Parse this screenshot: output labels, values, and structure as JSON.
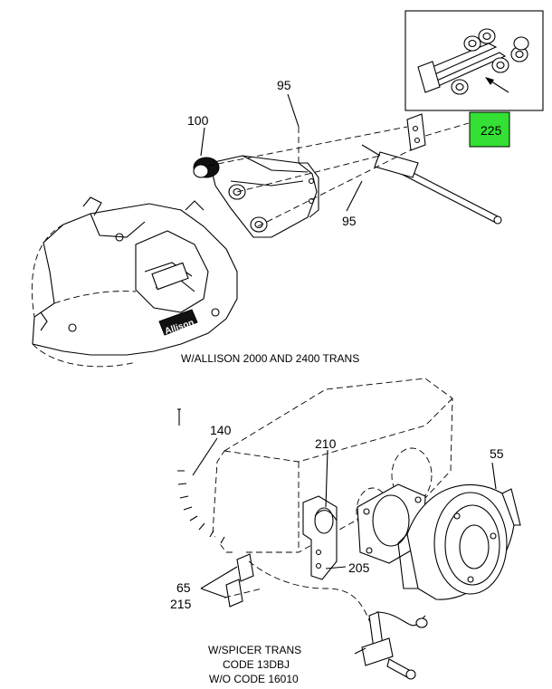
{
  "callouts": {
    "c95_top": "95",
    "c100": "100",
    "c225": "225",
    "c95_bottom": "95",
    "c140": "140",
    "c210": "210",
    "c55": "55",
    "c205": "205",
    "c65": "65",
    "c215": "215"
  },
  "captions": {
    "allison": "W/ALLISON 2000 AND 2400 TRANS",
    "spicer_line1": "W/SPICER TRANS",
    "spicer_line2": "CODE 13DBJ",
    "spicer_line3": "W/O CODE 16010"
  },
  "colors": {
    "highlight": "#33e033",
    "line": "#000000"
  }
}
